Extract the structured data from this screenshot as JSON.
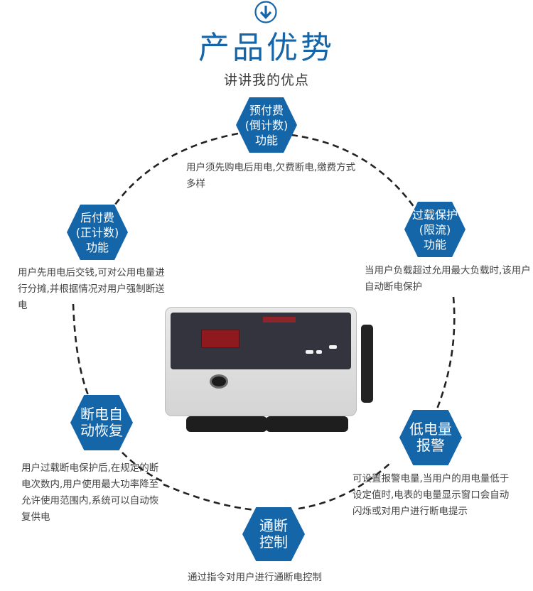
{
  "header": {
    "icon": "arrow-down-circle-icon",
    "title": "产品优势",
    "subtitle": "讲讲我的优点"
  },
  "colors": {
    "accent": "#1565a9",
    "text": "#444444",
    "ring": "#222222"
  },
  "features": [
    {
      "id": "prepaid",
      "label_lines": [
        "预付费",
        "(倒计数)",
        "功能"
      ],
      "description": "用户须先购电后用电,欠费断电,缴费方式多样"
    },
    {
      "id": "postpaid",
      "label_lines": [
        "后付费",
        "(正计数)",
        "功能"
      ],
      "description": "用户先用电后交钱,可对公用电量进行分摊,并根据情况对用户强制断送电"
    },
    {
      "id": "overload",
      "label_lines": [
        "过载保护",
        "(限流)",
        "功能"
      ],
      "description": "当用户负载超过允用最大负载时,该用户自动断电保护"
    },
    {
      "id": "auto-recover",
      "label_lines": [
        "断电自",
        "动恢复"
      ],
      "description": "用户过载断电保护后,在规定的断电次数内,用户使用最大功率降至允许使用范围内,系统可以自动恢复供电"
    },
    {
      "id": "low-balance",
      "label_lines": [
        "低电量",
        "报警"
      ],
      "description": "可设置报警电量,当用户的用电量低于设定值时,电表的电量显示窗口会自动闪烁或对用户进行断电提示"
    },
    {
      "id": "on-off-control",
      "label_lines": [
        "通断",
        "控制"
      ],
      "description": "通过指令对用户进行通断电控制"
    }
  ],
  "product_image": "prepaid-electric-meter"
}
